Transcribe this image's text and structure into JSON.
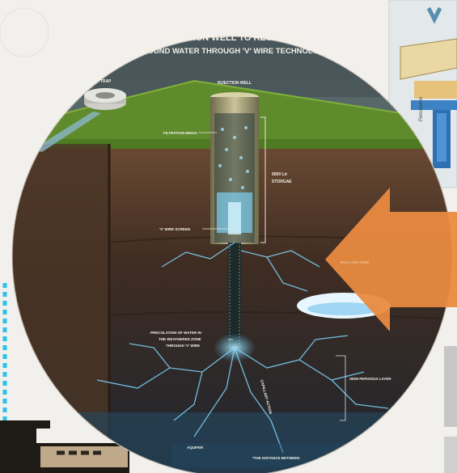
{
  "title": {
    "line1": "INJECTION WELL TO RECHARGE",
    "line2": "GROUND WATER THROUGH 'V' WIRE TECHNOLOGY"
  },
  "labels": {
    "silt_trap": "SILT TRAP",
    "injection_well": "INJECTION WELL",
    "filtration_media": "FILTRATION MEDIA",
    "storage_line1": "5000 Ltr",
    "storage_line2": "STORGAE",
    "v_wire_screen": "'V' WIRE SCREEN",
    "shallow_zone": "SHALLOW ZONE",
    "percolation_line1": "PRECOLATION OF WATER IN",
    "percolation_line2": "THE WEATHERED ZONE",
    "percolation_line3": "THROUGH 'V' WIRE",
    "capillary_action": "CAPILLARY ACTION",
    "semi_pervious": "SEMI PERVIOUS LAYER",
    "aquifer": "AQUIFER",
    "footnote": "*THE DISTANCE BETWEEN"
  },
  "icons": {
    "arrow": "left-arrow-icon",
    "inset": "filter-unit-illustration",
    "corner": "stamp-illustration"
  },
  "colors": {
    "arrow": "#e98a40",
    "sky": "#586a6c",
    "soil": "#3f2c22",
    "grass": "#5f8b2d",
    "water": "#7fd7ff"
  }
}
